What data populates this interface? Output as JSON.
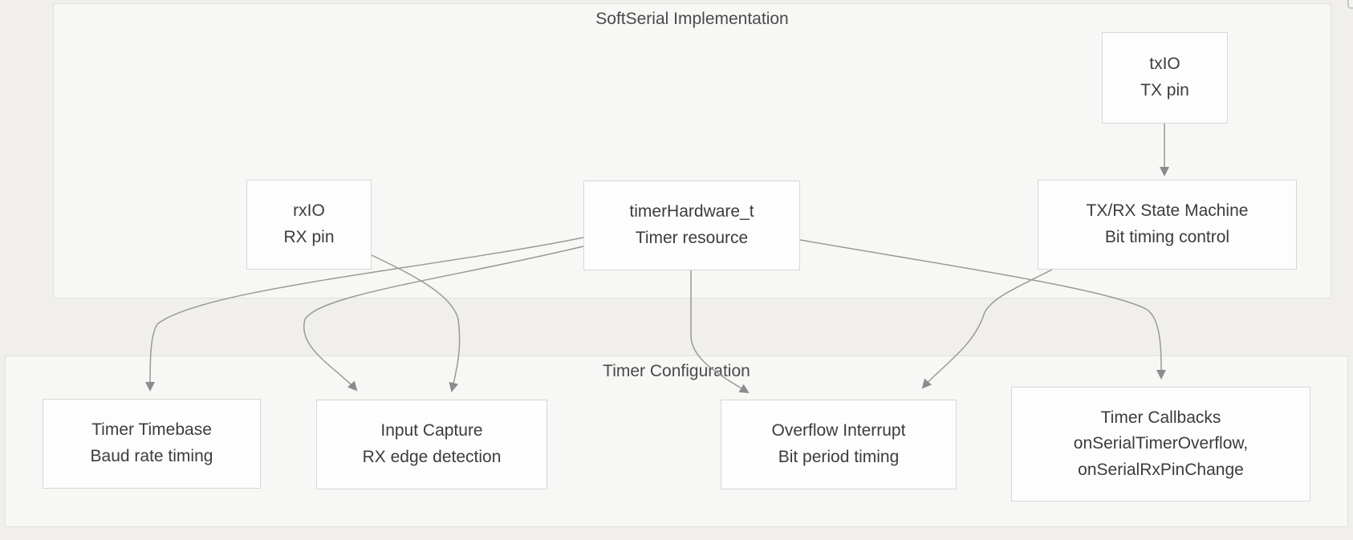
{
  "containers": [
    {
      "id": "softserial-implementation",
      "label": "SoftSerial Implementation"
    },
    {
      "id": "timer-configuration",
      "label": "Timer Configuration"
    }
  ],
  "nodes": [
    {
      "id": "txio",
      "lines": [
        "txIO",
        "TX pin"
      ]
    },
    {
      "id": "rxio",
      "lines": [
        "rxIO",
        "RX pin"
      ]
    },
    {
      "id": "timer-hardware",
      "lines": [
        "timerHardware_t",
        "Timer resource"
      ]
    },
    {
      "id": "txrx-state-machine",
      "lines": [
        "TX/RX State Machine",
        "Bit timing control"
      ]
    },
    {
      "id": "timer-timebase",
      "lines": [
        "Timer Timebase",
        "Baud rate timing"
      ]
    },
    {
      "id": "input-capture",
      "lines": [
        "Input Capture",
        "RX edge detection"
      ]
    },
    {
      "id": "overflow-interrupt",
      "lines": [
        "Overflow Interrupt",
        "Bit period timing"
      ]
    },
    {
      "id": "timer-callbacks",
      "lines": [
        "Timer Callbacks",
        "onSerialTimerOverflow,",
        "onSerialRxPinChange"
      ]
    }
  ],
  "edges": [
    {
      "from": "txIO",
      "to": "TX/RX State Machine"
    },
    {
      "from": "timerHardware_t",
      "to": "Timer Timebase"
    },
    {
      "from": "timerHardware_t",
      "to": "Input Capture"
    },
    {
      "from": "rxIO",
      "to": "Input Capture"
    },
    {
      "from": "timerHardware_t",
      "to": "Overflow Interrupt"
    },
    {
      "from": "timerHardware_t",
      "to": "Timer Callbacks"
    },
    {
      "from": "TX/RX State Machine",
      "to": "Overflow Interrupt"
    }
  ],
  "colors": {
    "page_background": "#f0efed",
    "container_fill": "#f7f7f5",
    "container_border": "#e0e0de",
    "node_fill": "#fdfdfd",
    "node_border": "#d7d7d5",
    "edge_stroke": "#999996",
    "arrowhead_fill": "#8c8c8c",
    "node_text": "#3c3c3c",
    "title_text": "#4a4a4a"
  }
}
